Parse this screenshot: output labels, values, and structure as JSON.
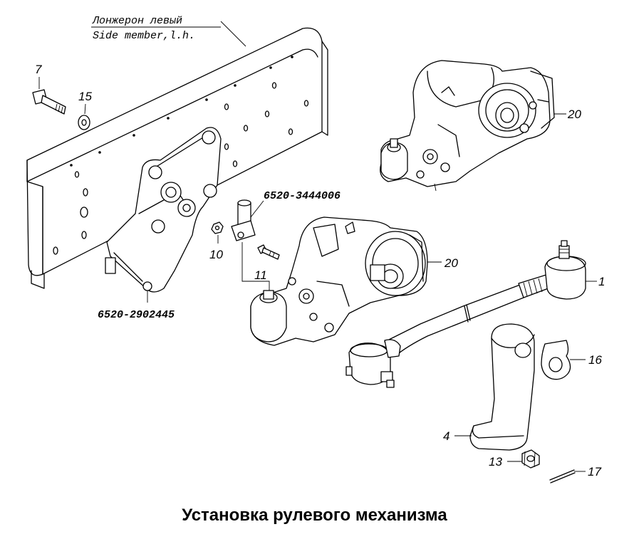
{
  "frame_label": {
    "ru": "Лонжерон левый",
    "en": "Side member,l.h."
  },
  "part_codes": {
    "bracket": "6520-2902445",
    "fitting": "6520-3444006"
  },
  "callouts": {
    "c7": "7",
    "c15": "15",
    "c20_top": "20",
    "c10": "10",
    "c11": "11",
    "c20_mid": "20",
    "c1": "1",
    "c16": "16",
    "c4": "4",
    "c13": "13",
    "c17": "17"
  },
  "caption": "Установка рулевого механизма"
}
